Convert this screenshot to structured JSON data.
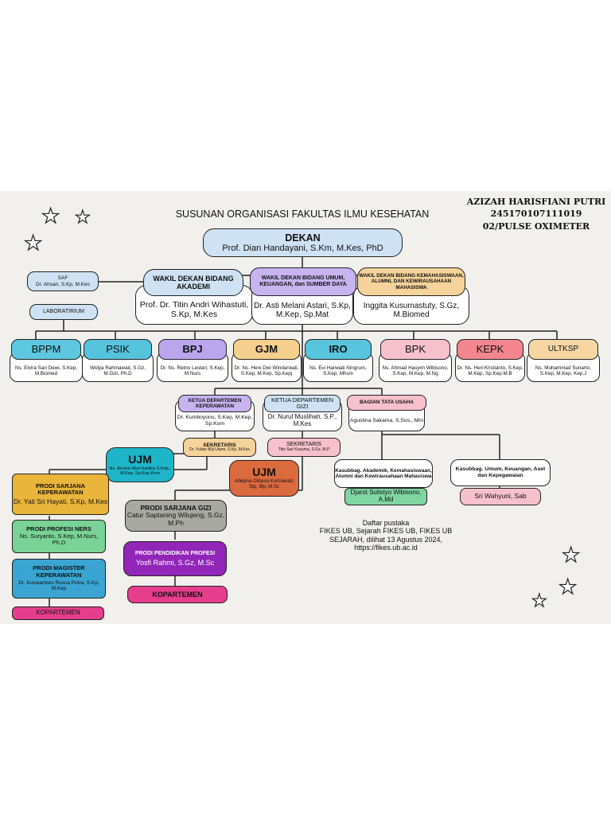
{
  "header": {
    "title": "SUSUNAN ORGANISASI FAKULTAS ILMU KESEHATAN",
    "author_name": "AZIZAH HARISFIANI PUTRI",
    "author_id": "245170107111019",
    "author_group": "02/PULSE OXIMETER"
  },
  "dekan": {
    "label": "DEKAN",
    "name": "Prof. Dian Handayani, S.Km, M.Kes, PhD"
  },
  "saf": {
    "label": "SAF",
    "name": "Dr. Ahsan, S.Kp, M.Kes"
  },
  "laboratorium": {
    "label": "LABORATIRIUM"
  },
  "wakil_1": {
    "label": "WAKIL DEKAN BIDANG AKADEMI",
    "name": "Prof. Dr. Titin Andri Wihastuti, S.Kp, M.Kes"
  },
  "wakil_2": {
    "label": "WAKIL DEKAN BIDANG UMUM, KEUANGAN, dan SUMBER DAYA",
    "name": "Dr. Asti Melani Astari, S.Kp, M.Kep, Sp.Mat"
  },
  "wakil_3": {
    "label": "WAKIL DEKAN BIDANG KEMAHASISWAAN, ALUMNI, DAN KEWIRAUSAHAAN MAHASISWA",
    "name": "Inggita Kusumastuty, S.Gz, M.Biomed"
  },
  "units": [
    {
      "label": "BPPM",
      "name": "Ns. Elvira Sari Dewi, S.Kep, M.Biomed",
      "color": "#5ec8e0"
    },
    {
      "label": "PSIK",
      "name": "Widya Rahmawati, S.Gz, M.Gizi, Ph.D",
      "color": "#56c3dc"
    },
    {
      "label": "BPJ",
      "name": "Dr. Ns. Retno Lestari, S.Kep, M.Nurs",
      "color": "#b9a6ec"
    },
    {
      "label": "GJM",
      "name": "Dr. Ns. Heni Dwi Windarwati, S.Kep, M.Kep, Sp.Kepj",
      "color": "#f5cf8e"
    },
    {
      "label": "IRO",
      "name": "Ns. Evi Harwiati Ningrum, S.Kep, Mhsm",
      "color": "#58c4dd"
    },
    {
      "label": "BPK",
      "name": "Ns. Ahmad Hasyim Wibisono, S.Kep, M.Kep, M.Ng",
      "color": "#f6c1cc"
    },
    {
      "label": "KEPK",
      "name": "Dr. Ns. Heri Kristianto, S.Kep, M.Kep, Sp.Kep.M.B",
      "color": "#f3868e"
    },
    {
      "label": "ULTKSP",
      "name": "Ns. Muhammad Sunarto, S.Kep, M.Kep, Kep.J",
      "color": "#f6d7a4"
    }
  ],
  "dept_keperawatan": {
    "label": "KETUA DEPARTEMEN KEPERAWATAN",
    "name": "Dr. Kumboyono, S.Kep, M.Kep, Sp.Kom"
  },
  "dept_gizi": {
    "label": "KETUA DEPARTEMEN GIZI",
    "name": "Dr. Nurul Muslihah, S.P., M.Kes"
  },
  "tata_usaha": {
    "label": "BAGIAN TATA USAHA",
    "name": "Agustina Sakama, S.Sos., Mm"
  },
  "sekretaris_1": {
    "label": "SEKRETARIS",
    "name": "Dr. Yulian Wiji Utami, S.Kp, M.Kes"
  },
  "sekretaris_2": {
    "label": "SEKRETARIS",
    "name": "Titis Sari Kusuma, S.Gz, M.P"
  },
  "ujm_1": {
    "label": "UJM",
    "name": "Ns. Annisa Wuri Kartika S.Kep., M.Kep, Sp.Kep.Kom"
  },
  "ujm_2": {
    "label": "UJM",
    "name": "Adelyna Oktavia Kurniawati, Stp, Mp, M.Sc"
  },
  "kasubbag_1": {
    "label": "Kasubbag. Akademik, Kemahasiswaan, Alumni dan Kewirausahaan Mahasiswa",
    "name": "Djarot Sulistyo Wibisono, A.Md"
  },
  "kasubbag_2": {
    "label": "Kasubbag. Umum, Keuangan, Aset dan Kepegawaian",
    "name": "Sri Wahyuni, Sab"
  },
  "prodi_sarjana_kep": {
    "label": "PRODI SARJANA KEPERAWATAN",
    "name": "Dr. Yati Sri Hayati, S.Kp, M.Kes"
  },
  "prodi_profesi_ners": {
    "label": "PRODI PROFESI NERS",
    "name": "Ns. Suryanto, S.Kep, M.Nurs, Ph.D"
  },
  "prodi_magister_kep": {
    "label": "PRODI MAGISTER KEPERAWATAN",
    "name": "Dr. Kuswantoro Rusca Putra, S.Kp, M.Kep"
  },
  "kopartemen_1": {
    "label": "KOPARTEMEN"
  },
  "prodi_sarjana_gizi": {
    "label": "PRODI SARJANA GIZI",
    "name": "Catur Saptaning Wilujeng, S.Gz, M.Ph"
  },
  "prodi_profesi_gizi": {
    "label": "PRODI PENDIDIKAN PROFESI",
    "name": "Yosfi Rahmi, S.Gz, M.Sc"
  },
  "kopartemen_2": {
    "label": "KOPARTEMEN"
  },
  "references": {
    "heading": "Daftar pustaka",
    "line_1": "FIKES UB, Sejarah FIKES UB, FIKES UB",
    "line_2": "SEJARAH, dilihat 13 Agustus 2024,",
    "line_3": "https://fikes.ub.ac.id"
  }
}
